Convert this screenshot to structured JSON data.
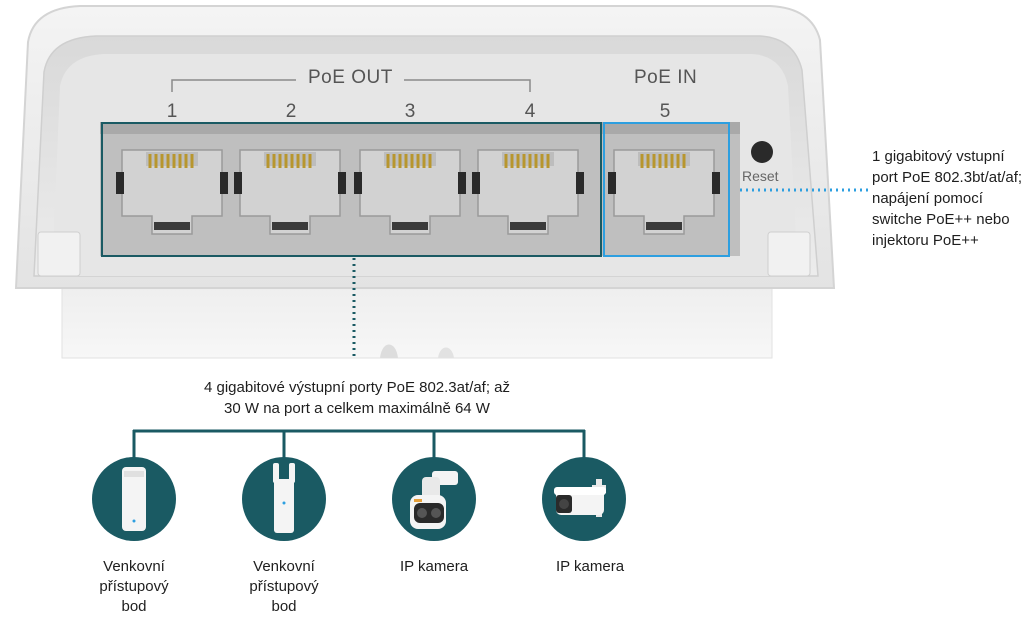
{
  "device": {
    "group_out_label": "PoE OUT",
    "group_in_label": "PoE IN",
    "ports": [
      {
        "number": "1"
      },
      {
        "number": "2"
      },
      {
        "number": "3"
      },
      {
        "number": "4"
      },
      {
        "number": "5"
      }
    ],
    "reset_label": "Reset"
  },
  "callouts": {
    "poe_in_lines": [
      "1 gigabitový vstupní",
      "port PoE 802.3bt/at/af;",
      "napájení pomocí",
      "switche PoE++ nebo",
      "injektoru PoE++"
    ],
    "poe_out_lines": [
      "4 gigabitové výstupní porty PoE 802.3at/af; až",
      "30 W na port a celkem maximálně 64 W"
    ]
  },
  "devices": [
    {
      "icon": "outdoor-access-point-icon",
      "label_lines": [
        "Venkovní",
        "přístupový",
        "bod"
      ]
    },
    {
      "icon": "outdoor-access-point-antenna-icon",
      "label_lines": [
        "Venkovní",
        "přístupový",
        "bod"
      ]
    },
    {
      "icon": "ptz-ip-camera-icon",
      "label_lines": [
        "IP kamera"
      ]
    },
    {
      "icon": "bullet-ip-camera-icon",
      "label_lines": [
        "IP kamera"
      ]
    }
  ],
  "colors": {
    "teal_dark": "#1a5a63",
    "poe_in_highlight": "#2d9fe0",
    "dotted_line": "#2d9fe0",
    "tree_line": "#1a5a63"
  }
}
